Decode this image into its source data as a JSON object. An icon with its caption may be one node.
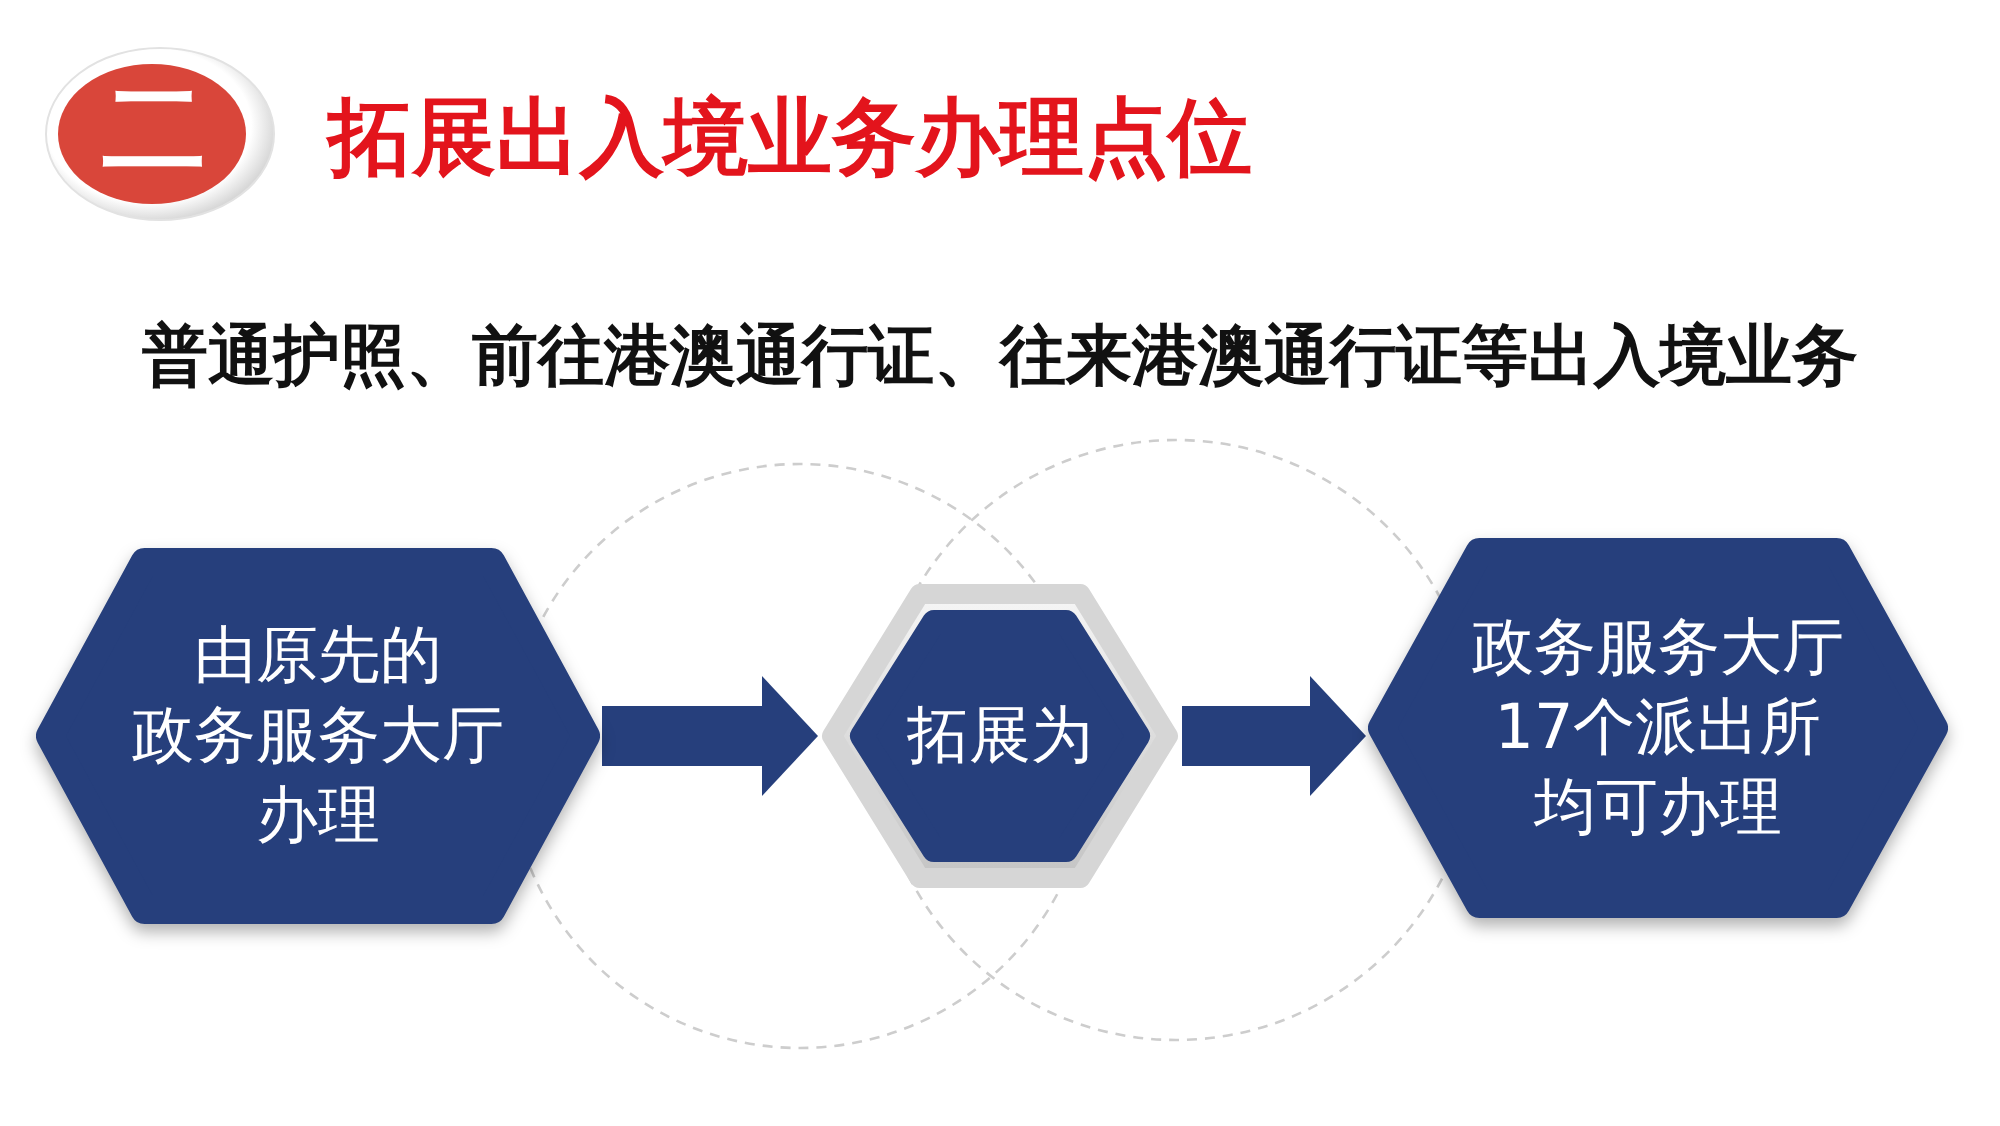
{
  "diagram": {
    "title": "拓展出入境业务办理点位",
    "nodes": [
      {
        "text": [
          "二"
        ]
      },
      {
        "text": [
          "由原先的政务服务大厅办理"
        ]
      },
      {
        "text": [
          "拓展为"
        ]
      },
      {
        "text": [
          "政务服务大厅17个派出所均可办理"
        ]
      }
    ],
    "edges": [
      {
        "from": 1,
        "to": 2,
        "arrow": "to"
      },
      {
        "from": 2,
        "to": 3,
        "arrow": "to"
      }
    ],
    "labels": [
      "普通护照、前往港澳通行证、往来港澳通行证等出入境业务"
    ]
  }
}
